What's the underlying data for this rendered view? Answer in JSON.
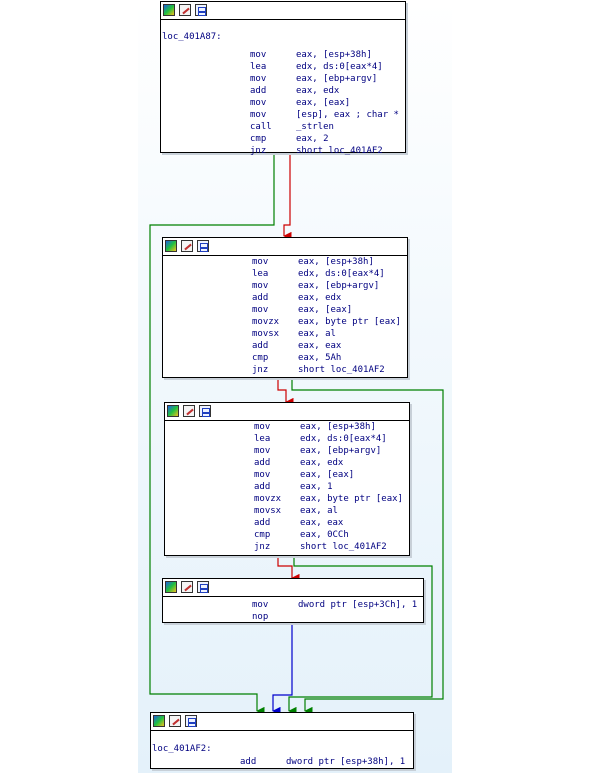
{
  "colors": {
    "edge_false": "#cc0000",
    "edge_true": "#008000",
    "edge_uncond": "#0000cc",
    "code_text": "#000080"
  },
  "toolbar_icons": [
    "color-icon",
    "edit-icon",
    "graph-icon"
  ],
  "nodes": {
    "n1": {
      "label": "loc_401A87:",
      "lines": [
        {
          "mn": "mov",
          "op": "eax, [esp+38h]"
        },
        {
          "mn": "lea",
          "op": "edx, ds:0[eax*4]"
        },
        {
          "mn": "mov",
          "op": "eax, [ebp+argv]"
        },
        {
          "mn": "add",
          "op": "eax, edx"
        },
        {
          "mn": "mov",
          "op": "eax, [eax]"
        },
        {
          "mn": "mov",
          "op": "[esp], eax ; char *"
        },
        {
          "mn": "call",
          "op": "_strlen"
        },
        {
          "mn": "cmp",
          "op": "eax, 2"
        },
        {
          "mn": "jnz",
          "op": "short loc_401AF2"
        }
      ]
    },
    "n2": {
      "lines": [
        {
          "mn": "mov",
          "op": "eax, [esp+38h]"
        },
        {
          "mn": "lea",
          "op": "edx, ds:0[eax*4]"
        },
        {
          "mn": "mov",
          "op": "eax, [ebp+argv]"
        },
        {
          "mn": "add",
          "op": "eax, edx"
        },
        {
          "mn": "mov",
          "op": "eax, [eax]"
        },
        {
          "mn": "movzx",
          "op": "eax, byte ptr [eax]"
        },
        {
          "mn": "movsx",
          "op": "eax, al"
        },
        {
          "mn": "add",
          "op": "eax, eax"
        },
        {
          "mn": "cmp",
          "op": "eax, 5Ah"
        },
        {
          "mn": "jnz",
          "op": "short loc_401AF2"
        }
      ]
    },
    "n3": {
      "lines": [
        {
          "mn": "mov",
          "op": "eax, [esp+38h]"
        },
        {
          "mn": "lea",
          "op": "edx, ds:0[eax*4]"
        },
        {
          "mn": "mov",
          "op": "eax, [ebp+argv]"
        },
        {
          "mn": "add",
          "op": "eax, edx"
        },
        {
          "mn": "mov",
          "op": "eax, [eax]"
        },
        {
          "mn": "add",
          "op": "eax, 1"
        },
        {
          "mn": "movzx",
          "op": "eax, byte ptr [eax]"
        },
        {
          "mn": "movsx",
          "op": "eax, al"
        },
        {
          "mn": "add",
          "op": "eax, eax"
        },
        {
          "mn": "cmp",
          "op": "eax, 0CCh"
        },
        {
          "mn": "jnz",
          "op": "short loc_401AF2"
        }
      ]
    },
    "n4": {
      "lines": [
        {
          "mn": "mov",
          "op": "dword ptr [esp+3Ch], 1"
        },
        {
          "mn": "nop",
          "op": ""
        }
      ]
    },
    "n5": {
      "label": "loc_401AF2:",
      "lines": [
        {
          "mn": "add",
          "op": "dword ptr [esp+38h], 1"
        }
      ]
    }
  }
}
